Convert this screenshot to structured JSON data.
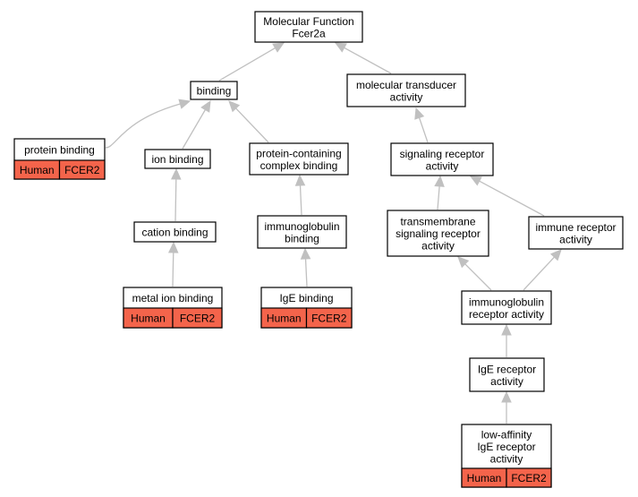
{
  "graph": {
    "nodes": {
      "root": {
        "lines": [
          "Molecular Function",
          "Fcer2a"
        ]
      },
      "binding": {
        "lines": [
          "binding"
        ]
      },
      "transducer": {
        "lines": [
          "molecular transducer",
          "activity"
        ]
      },
      "protein_binding": {
        "lines": [
          "protein binding"
        ],
        "tags": [
          "Human",
          "FCER2"
        ]
      },
      "ion_binding": {
        "lines": [
          "ion binding"
        ]
      },
      "complex_binding": {
        "lines": [
          "protein-containing",
          "complex binding"
        ]
      },
      "signaling_receptor": {
        "lines": [
          "signaling receptor",
          "activity"
        ]
      },
      "cation_binding": {
        "lines": [
          "cation binding"
        ]
      },
      "ig_binding": {
        "lines": [
          "immunoglobulin",
          "binding"
        ]
      },
      "tm_signaling": {
        "lines": [
          "transmembrane",
          "signaling receptor",
          "activity"
        ]
      },
      "immune_receptor": {
        "lines": [
          "immune receptor",
          "activity"
        ]
      },
      "metal_ion": {
        "lines": [
          "metal ion binding"
        ],
        "tags": [
          "Human",
          "FCER2"
        ]
      },
      "ige_binding": {
        "lines": [
          "IgE binding"
        ],
        "tags": [
          "Human",
          "FCER2"
        ]
      },
      "ig_receptor": {
        "lines": [
          "immunoglobulin",
          "receptor activity"
        ]
      },
      "ige_receptor": {
        "lines": [
          "IgE receptor",
          "activity"
        ]
      },
      "low_affinity": {
        "lines": [
          "low-affinity",
          "IgE receptor",
          "activity"
        ],
        "tags": [
          "Human",
          "FCER2"
        ]
      }
    },
    "edges": [
      [
        "binding",
        "root"
      ],
      [
        "transducer",
        "root"
      ],
      [
        "protein_binding",
        "binding"
      ],
      [
        "ion_binding",
        "binding"
      ],
      [
        "complex_binding",
        "binding"
      ],
      [
        "signaling_receptor",
        "transducer"
      ],
      [
        "cation_binding",
        "ion_binding"
      ],
      [
        "metal_ion",
        "cation_binding"
      ],
      [
        "ig_binding",
        "complex_binding"
      ],
      [
        "ige_binding",
        "ig_binding"
      ],
      [
        "tm_signaling",
        "signaling_receptor"
      ],
      [
        "immune_receptor",
        "signaling_receptor"
      ],
      [
        "ig_receptor",
        "tm_signaling"
      ],
      [
        "ig_receptor",
        "immune_receptor"
      ],
      [
        "ige_receptor",
        "ig_receptor"
      ],
      [
        "low_affinity",
        "ige_receptor"
      ]
    ],
    "colors": {
      "tag_fill": "#f4644b",
      "edge": "#c0c0c0",
      "border": "#000000"
    }
  }
}
